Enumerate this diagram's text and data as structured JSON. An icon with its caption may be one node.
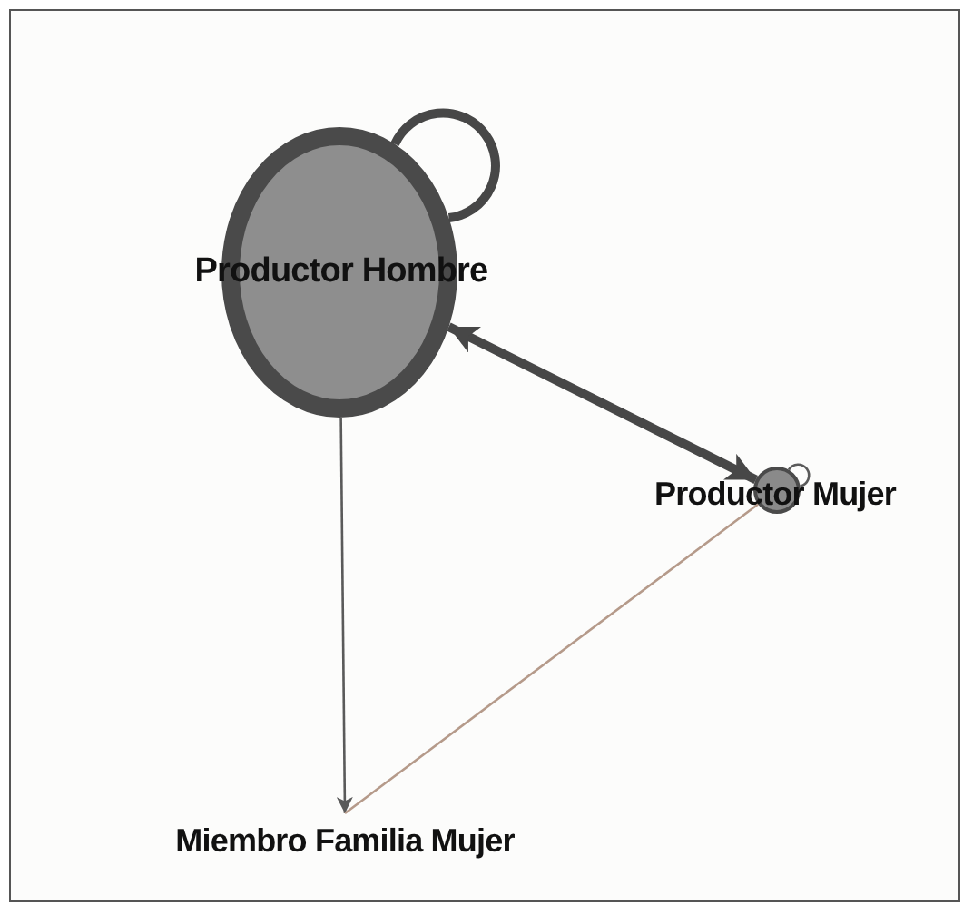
{
  "diagram": {
    "nodes": [
      {
        "text": [
          "Productor Hombre"
        ]
      },
      {
        "text": [
          "Productor Mujer"
        ]
      },
      {
        "text": [
          "Miembro Familia Mujer"
        ]
      }
    ],
    "edges": [
      {
        "from": 0,
        "to": 0,
        "arrow": "none",
        "style": "thick"
      },
      {
        "from": 0,
        "to": 1,
        "arrow": "both",
        "style": "thick"
      },
      {
        "from": 0,
        "to": 2,
        "arrow": "to"
      },
      {
        "from": 1,
        "to": 2,
        "arrow": "none",
        "color": "#b59a8a"
      },
      {
        "from": 1,
        "to": 1,
        "arrow": "none"
      }
    ]
  }
}
